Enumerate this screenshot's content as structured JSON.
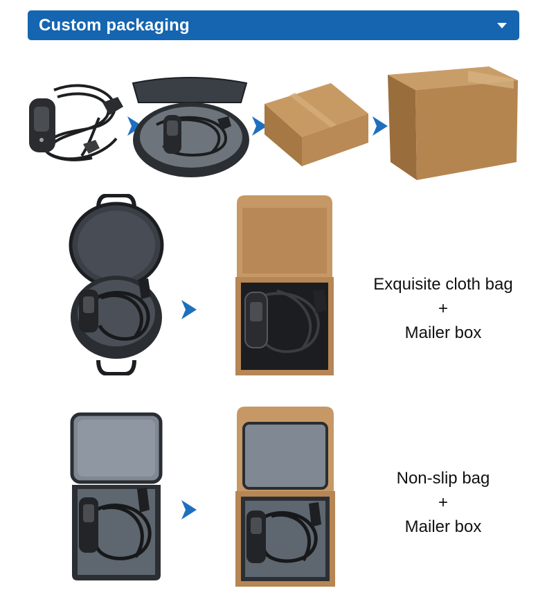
{
  "header": {
    "title": "Custom packaging",
    "dropdown_icon": "chevron-down-icon"
  },
  "colors": {
    "accent": "#1565b0",
    "arrow": "#1f6fbf",
    "cardboard": "#b98a55",
    "bag": "#2b2f33"
  },
  "top_row": {
    "images": [
      "ev-charger-cable",
      "charger-in-open-bag",
      "sealed-carton",
      "large-shipping-carton"
    ]
  },
  "option_1": {
    "images": [
      "cloth-bag-open-round",
      "mailer-box-with-charger"
    ],
    "caption": {
      "line1": "Exquisite cloth bag",
      "plus": "+",
      "line2": "Mailer box"
    }
  },
  "option_2": {
    "images": [
      "non-slip-bag-open",
      "mailer-box-with-bag"
    ],
    "caption": {
      "line1": "Non-slip bag",
      "plus": "+",
      "line2": "Mailer box"
    }
  }
}
